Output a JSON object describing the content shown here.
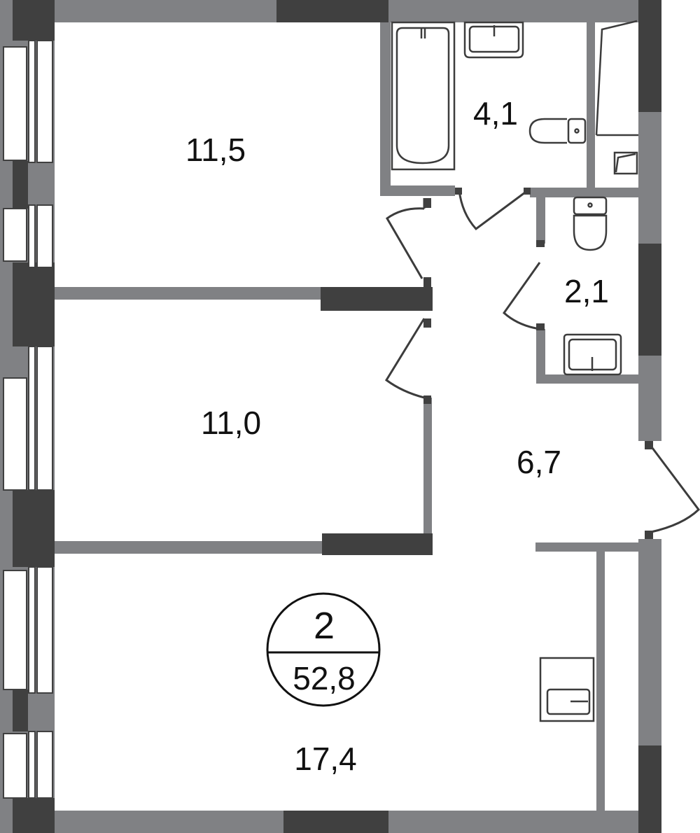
{
  "plan": {
    "rooms": [
      {
        "id": "bedroom-1",
        "area": "11,5"
      },
      {
        "id": "bathroom",
        "area": "4,1"
      },
      {
        "id": "toilet",
        "area": "2,1"
      },
      {
        "id": "bedroom-2",
        "area": "11,0"
      },
      {
        "id": "hallway",
        "area": "6,7"
      },
      {
        "id": "living-kitchen",
        "area": "17,4"
      }
    ],
    "badge": {
      "room_count": "2",
      "total_area": "52,8"
    },
    "colors": {
      "wall": "#808184",
      "column": "#404040",
      "line": "#3c3c3c"
    }
  }
}
